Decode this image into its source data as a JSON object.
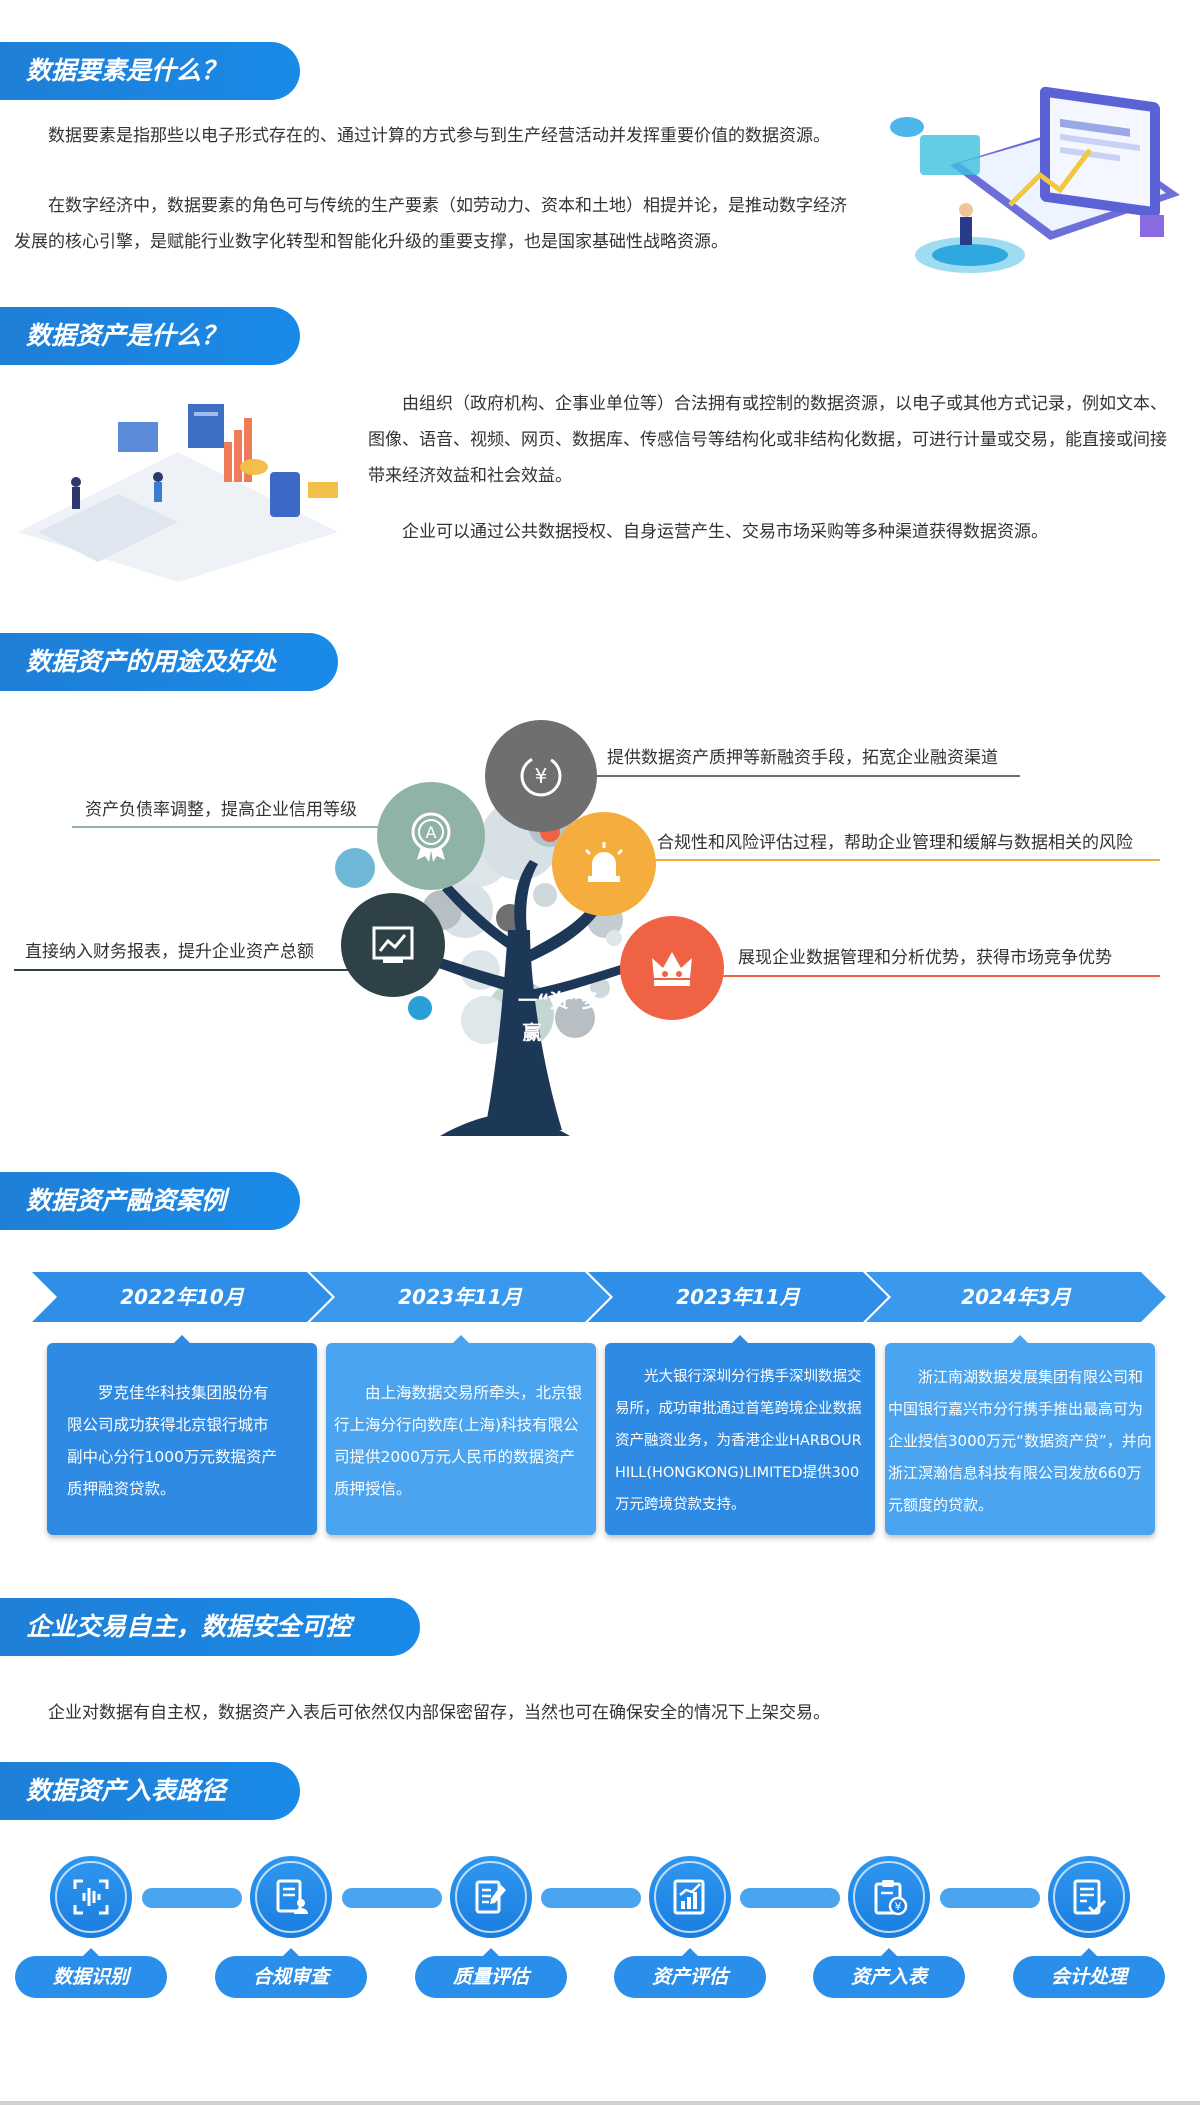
{
  "section1": {
    "title": "数据要素是什么？",
    "p1": "数据要素是指那些以电子形式存在的、通过计算的方式参与到生产经营活动并发挥重要价值的数据资源。",
    "p2": "在数字经济中，数据要素的角色可与传统的生产要素（如劳动力、资本和土地）相提并论，是推动数字经济发展的核心引擎，是赋能行业数字化转型和智能化升级的重要支撑，也是国家基础性战略资源。"
  },
  "section2": {
    "title": "数据资产是什么？",
    "p1": "由组织（政府机构、企事业单位等）合法拥有或控制的数据资源，以电子或其他方式记录，例如文本、图像、语音、视频、网页、数据库、传感信号等结构化或非结构化数据，可进行计量或交易，能直接或间接带来经济效益和社会效益。",
    "p2": "企业可以通过公共数据授权、自身运营产生、交易市场采购等多种渠道获得数据资源。"
  },
  "section3": {
    "title": "数据资产的用途及好处",
    "trunk_text": "一“资”多赢",
    "benefits": [
      {
        "text": "提供数据资产质押等新融资手段，拓宽企业融资渠道",
        "icon": "yen-exchange-icon",
        "color": "#6f6f6f"
      },
      {
        "text": "资产负债率调整，提高企业信用等级",
        "icon": "badge-a-icon",
        "color": "#8fb3a4"
      },
      {
        "text": "合规性和风险评估过程，帮助企业管理和缓解与数据相关的风险",
        "icon": "alarm-light-icon",
        "color": "#f5ad3d"
      },
      {
        "text": "直接纳入财务报表，提升企业资产总额",
        "icon": "chart-report-icon",
        "color": "#2d4146"
      },
      {
        "text": "展现企业数据管理和分析优势，获得市场竞争优势",
        "icon": "crown-icon",
        "color": "#ef6244"
      }
    ]
  },
  "section4": {
    "title": "数据资产融资案例",
    "cases": [
      {
        "date": "2022年10月",
        "text": "罗克佳华科技集团股份有限公司成功获得北京银行城市副中心分行1000万元数据资产质押融资贷款。"
      },
      {
        "date": "2023年11月",
        "text": "由上海数据交易所牵头，北京银行上海分行向数库(上海)科技有限公司提供2000万元人民币的数据资产质押授信。"
      },
      {
        "date": "2023年11月",
        "text": "光大银行深圳分行携手深圳数据交易所，成功审批通过首笔跨境企业数据资产融资业务，为香港企业HARBOUR HILL(HONGKONG)LIMITED提供300万元跨境贷款支持。"
      },
      {
        "date": "2024年3月",
        "text": "浙江南湖数据发展集团有限公司和中国银行嘉兴市分行携手推出最高可为企业授信3000万元“数据资产贷”，并向浙江溟瀚信息科技有限公司发放660万元额度的贷款。"
      }
    ]
  },
  "section5": {
    "title": "企业交易自主，数据安全可控",
    "p1": "企业对数据有自主权，数据资产入表后可依然仅内部保密留存，当然也可在确保安全的情况下上架交易。"
  },
  "section6": {
    "title": "数据资产入表路径",
    "steps": [
      {
        "label": "数据识别",
        "icon": "voice-scan-icon"
      },
      {
        "label": "合规审查",
        "icon": "document-user-icon"
      },
      {
        "label": "质量评估",
        "icon": "edit-document-icon"
      },
      {
        "label": "资产评估",
        "icon": "bar-chart-icon"
      },
      {
        "label": "资产入表",
        "icon": "clipboard-yen-icon"
      },
      {
        "label": "会计处理",
        "icon": "checked-document-icon"
      }
    ]
  },
  "colors": {
    "brand_blue": "#1e7fd6",
    "card_blue": "#3a93e6",
    "card_blue_light": "#4aa4f0"
  }
}
